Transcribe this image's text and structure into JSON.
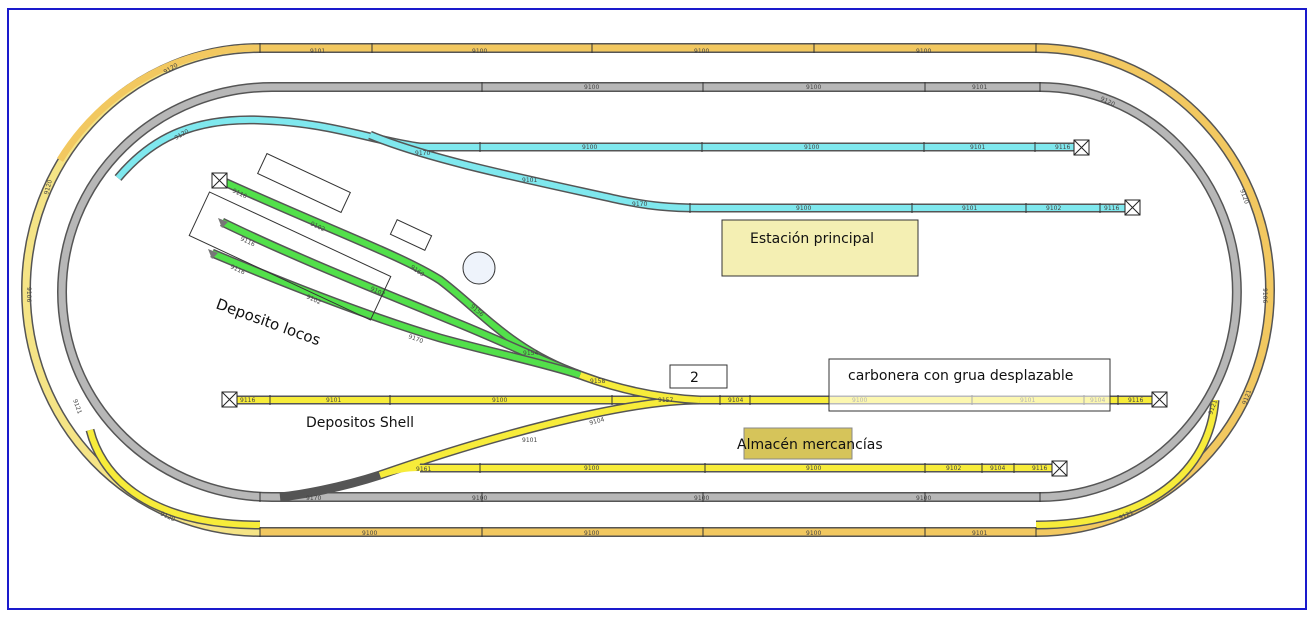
{
  "colors": {
    "border": "#1a1acc",
    "track_outline": "#555555",
    "yellow": "#f7ec3a",
    "yellow_pale": "#f5e486",
    "orange": "#f2c860",
    "grey": "#b7b7b7",
    "cyan": "#7fe8ee",
    "green": "#52e04a",
    "station_fill": "#f4efb3",
    "almacen_fill": "#d6c45a"
  },
  "labels": {
    "estacion": "Estación principal",
    "carbonera": "carbonera con grua desplazable",
    "almacen": "Almacén mercancías",
    "depositos_shell": "Depositos Shell",
    "deposito_locos": "Deposito locos",
    "marker_2": "2"
  },
  "track_codes": {
    "outer_top": [
      "9101",
      "9100",
      "9100",
      "9100"
    ],
    "grey_top": [
      "9100",
      "9100",
      "9101"
    ],
    "cyan_upper": [
      "9170",
      "9100",
      "9100",
      "9101",
      "9116"
    ],
    "cyan_lower": [
      "9101",
      "9170",
      "9100",
      "9101",
      "9102",
      "9116"
    ],
    "shell_line": [
      "9116",
      "9101",
      "9100",
      "9157",
      "9104",
      "9100",
      "9101",
      "9104",
      "9116"
    ],
    "goods_siding": [
      "9101",
      "9161",
      "9100",
      "9100",
      "9102",
      "9104",
      "9116"
    ],
    "grey_bottom": [
      "9170",
      "9100",
      "9100",
      "9100"
    ],
    "outer_bottom": [
      "9100",
      "9100",
      "9100",
      "9101"
    ],
    "curves": [
      "9120",
      "9120",
      "9120",
      "9120",
      "9120",
      "9121",
      "9121",
      "9121",
      "9106",
      "9106",
      "9121",
      "9120"
    ],
    "depot": [
      "9116",
      "9102",
      "9102",
      "9116",
      "9116",
      "9102",
      "9160",
      "9170",
      "9156",
      "9154",
      "9158",
      "9157",
      "9104"
    ]
  }
}
